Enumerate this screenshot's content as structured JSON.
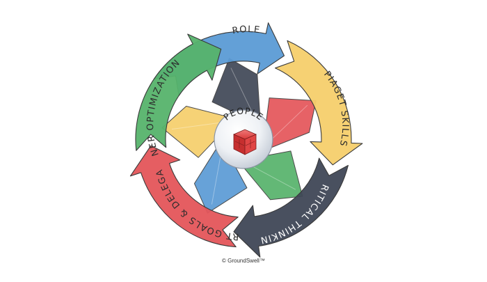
{
  "diagram": {
    "center": {
      "label": "PEOPLE",
      "icon": "red-cube-icon"
    },
    "cycle": [
      {
        "id": "role",
        "label": "ROLE",
        "color": "#5b9bd5"
      },
      {
        "id": "piaget",
        "label": "PIAGET SKILLS",
        "color": "#f6cf6b"
      },
      {
        "id": "critical",
        "label": "CRITICAL THINKING",
        "color": "#3f4756"
      },
      {
        "id": "smart",
        "label": "SMART GOALS & DELEGATION",
        "color": "#e4555a"
      },
      {
        "id": "inner",
        "label": "INNER OPTIMIZATION™",
        "color": "#56b36b"
      }
    ],
    "blade_colors": [
      "#3f4756",
      "#e4555a",
      "#56b36b",
      "#5b9bd5",
      "#f6cf6b"
    ]
  },
  "footer": {
    "copyright": "© GroundSwell™"
  }
}
